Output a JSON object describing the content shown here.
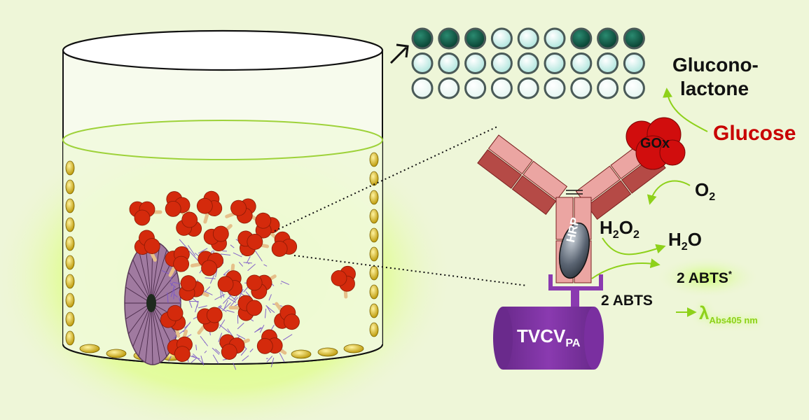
{
  "labels": {
    "gluconolactone_line1": "Glucono-",
    "gluconolactone_line2": "lactone",
    "glucose": "Glucose",
    "gox": "GOx",
    "o2_main": "O",
    "o2_sub": "2",
    "h2o2_h": "H",
    "h2o2_sub1": "2",
    "h2o2_o": "O",
    "h2o2_sub2": "2",
    "h2o_h": "H",
    "h2o_sub": "2",
    "h2o_o": "O",
    "hrp": "HRP",
    "abts": "2 ABTS",
    "abts_star_main": "2 ABTS",
    "abts_star_sup": "*",
    "lambda_main": "λ",
    "lambda_sub": "Abs405 nm",
    "tvcv_main": "TVCV",
    "tvcv_sub": "PA"
  },
  "colors": {
    "background": "#eef6d8",
    "glow": "#d2ff66",
    "enzyme_red": "#d42a0c",
    "antibody_light": "#eba5a2",
    "antibody_dark": "#b54a46",
    "purple": "#8a3ab0",
    "well_dark": "#0b5a46",
    "well_light": "#c8f0ea",
    "glucose_text": "#c80000",
    "lambda_text": "#8ed11a"
  },
  "plate": {
    "row_shades": [
      [
        "dark",
        "dark",
        "dark",
        "light",
        "light",
        "light",
        "dark",
        "dark",
        "dark"
      ],
      [
        "light",
        "light",
        "light",
        "light",
        "light",
        "light",
        "light",
        "light",
        "light"
      ],
      [
        "pale",
        "pale",
        "pale",
        "pale",
        "pale",
        "pale",
        "pale",
        "pale",
        "pale"
      ]
    ]
  }
}
